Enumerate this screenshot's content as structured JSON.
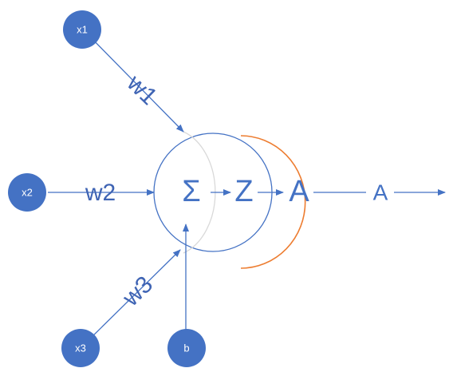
{
  "inputs": {
    "x1": "x1",
    "x2": "x2",
    "x3": "x3",
    "bias": "b"
  },
  "weights": {
    "w1": "w1",
    "w2": "w2",
    "w3": "w3"
  },
  "neuron": {
    "sum_symbol": "Σ",
    "z_label": "Z",
    "a_label": "A"
  },
  "output": {
    "label": "A"
  },
  "colors": {
    "node_fill": "#4472c4",
    "line": "#4472c4",
    "text": "#3f64b4",
    "activation_arc": "#ed7d31",
    "sum_arc": "#d9d9d9"
  }
}
